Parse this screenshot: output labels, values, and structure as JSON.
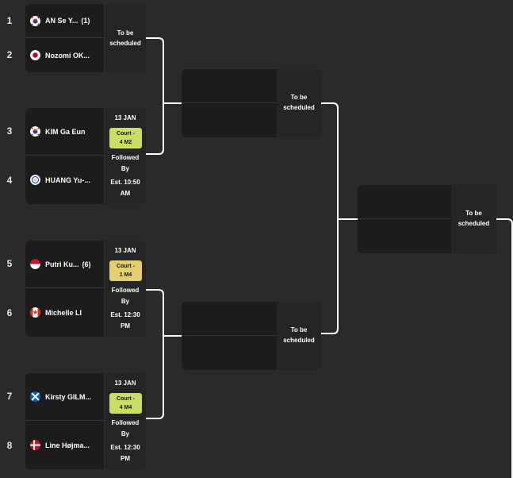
{
  "seeds": [
    "1",
    "2",
    "3",
    "4",
    "5",
    "6",
    "7",
    "8"
  ],
  "round1": [
    {
      "p1": {
        "name": "AN Se Y...",
        "seed": "(1)",
        "flag": "korea"
      },
      "p2": {
        "name": "Nozomi OK...",
        "seed": "",
        "flag": "japan"
      },
      "schedule": {
        "type": "tbs",
        "line1": "To be",
        "line2": "scheduled"
      }
    },
    {
      "p1": {
        "name": "KIM Ga Eun",
        "seed": "",
        "flag": "korea"
      },
      "p2": {
        "name": "HUANG Yu-...",
        "seed": "",
        "flag": "chinese-taipei"
      },
      "schedule": {
        "type": "court",
        "date": "13 JAN",
        "court_line1": "Court  -",
        "court_line2": "4    M2",
        "court_color": "#c9df63",
        "followed": "Followed",
        "by": "By",
        "est1": "Est. 10:50",
        "est2": "AM"
      }
    },
    {
      "p1": {
        "name": "Putri Ku...",
        "seed": "(6)",
        "flag": "indonesia"
      },
      "p2": {
        "name": "Michelle LI",
        "seed": "",
        "flag": "canada"
      },
      "schedule": {
        "type": "court",
        "date": "13 JAN",
        "court_line1": "Court  -",
        "court_line2": "1    M4",
        "court_color": "#e3cf6d",
        "followed": "Followed",
        "by": "By",
        "est1": "Est. 12:30",
        "est2": "PM"
      }
    },
    {
      "p1": {
        "name": "Kirsty GILM...",
        "seed": "",
        "flag": "scotland"
      },
      "p2": {
        "name": "Line Højma...",
        "seed": "",
        "flag": "denmark"
      },
      "schedule": {
        "type": "court",
        "date": "13 JAN",
        "court_line1": "Court  -",
        "court_line2": "4    M4",
        "court_color": "#c9df63",
        "followed": "Followed",
        "by": "By",
        "est1": "Est. 12:30",
        "est2": "PM"
      }
    }
  ],
  "round2": [
    {
      "line1": "To be",
      "line2": "scheduled"
    },
    {
      "line1": "To be",
      "line2": "scheduled"
    }
  ],
  "round3": [
    {
      "line1": "To be",
      "line2": "scheduled"
    }
  ]
}
